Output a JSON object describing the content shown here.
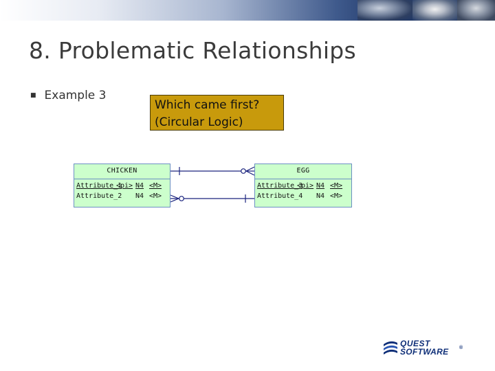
{
  "slide": {
    "title": "8. Problematic Relationships",
    "bullet": "Example 3",
    "callout": {
      "line1": "Which came first?",
      "line2": "(Circular Logic)",
      "background": "#c89a0c"
    }
  },
  "diagram": {
    "entity_fill": "#ccffcc",
    "entity_border": "#6b8fc2",
    "connector_color": "#1a237e",
    "entities": [
      {
        "name": "CHICKEN",
        "attributes": [
          {
            "name": "Attribute_1",
            "key": "<pi>",
            "type": "N4",
            "mandatory": "<M>",
            "primary": true
          },
          {
            "name": "Attribute_2",
            "key": "",
            "type": "N4",
            "mandatory": "<M>",
            "primary": false
          }
        ]
      },
      {
        "name": "EGG",
        "attributes": [
          {
            "name": "Attribute_3",
            "key": "<pi>",
            "type": "N4",
            "mandatory": "<M>",
            "primary": true
          },
          {
            "name": "Attribute_4",
            "key": "",
            "type": "N4",
            "mandatory": "<M>",
            "primary": false
          }
        ]
      }
    ],
    "relationships": [
      {
        "from": "CHICKEN",
        "to": "EGG",
        "from_end": "one (mandatory)",
        "to_end": "zero or many"
      },
      {
        "from": "CHICKEN",
        "to": "EGG",
        "from_end": "zero or many",
        "to_end": "one (mandatory)"
      }
    ]
  },
  "logo": {
    "line1": "QUEST",
    "line2": "SOFTWARE",
    "mark": "®",
    "icon": "quest-swirl-icon"
  }
}
